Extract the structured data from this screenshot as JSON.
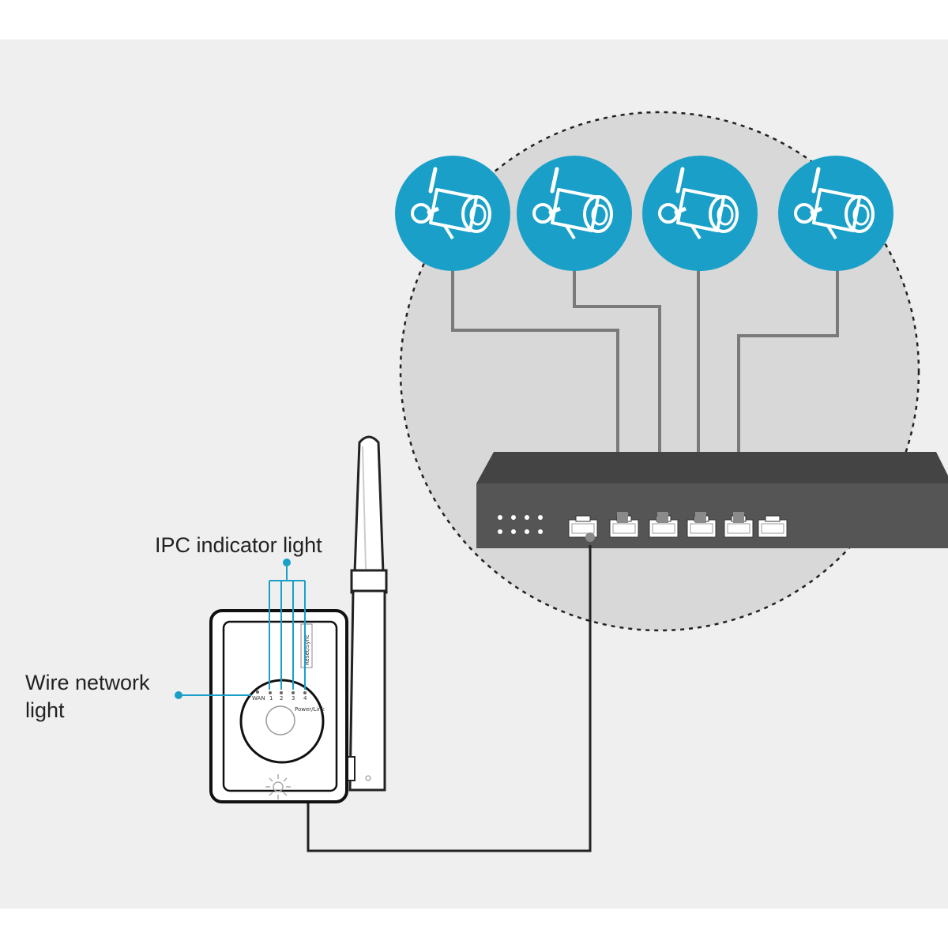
{
  "labels": {
    "ipc_indicator": "IPC indicator light",
    "wire_network_line1": "Wire network",
    "wire_network_line2": "light"
  },
  "device": {
    "side_label": "Reset/Sync",
    "panel_labels": [
      "WAN",
      "1",
      "2",
      "3",
      "4",
      "Power/Link"
    ]
  },
  "icons": {
    "camera": "wireless-ip-camera-icon",
    "switch": "network-switch-icon",
    "nvr": "wireless-nvr-device-icon",
    "antenna": "antenna-icon"
  },
  "colors": {
    "accent": "#1aa0c8",
    "circle_fill": "#d8d8d8",
    "switch": "#555555",
    "cable": "#777777",
    "background": "#efefef"
  }
}
